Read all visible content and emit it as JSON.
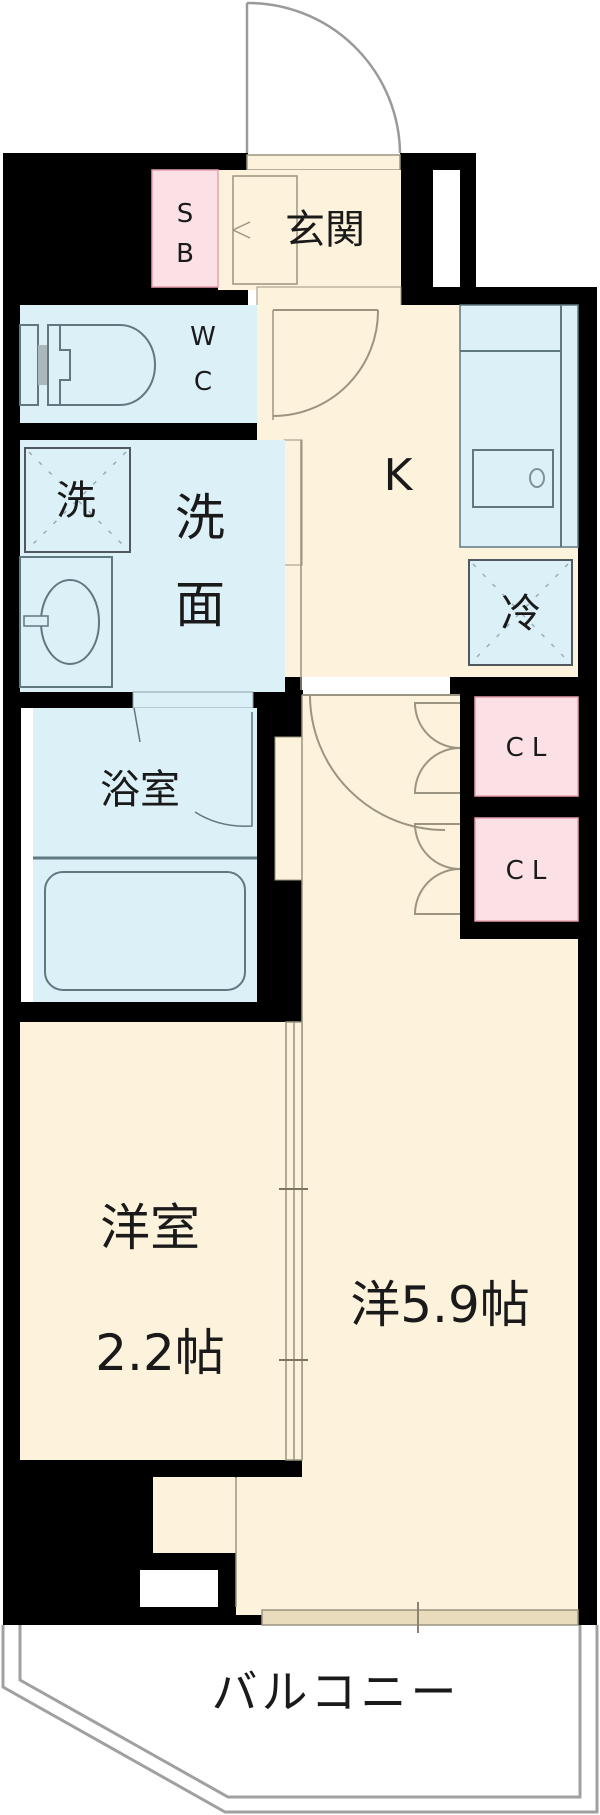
{
  "floorplan": {
    "colors": {
      "wall": "#000000",
      "floor_beige": "#fdf3dd",
      "wet_blue": "#dcf0f8",
      "storage_pink": "#fbe0e6",
      "storage_border": "#e8a0ae",
      "fixture_line": "#607880",
      "door_line": "#9a9480"
    },
    "rooms": {
      "genkan": {
        "label": "玄関"
      },
      "shoe_box": {
        "label_line1": "S",
        "label_line2": "B"
      },
      "wc": {
        "label_line1": "W",
        "label_line2": "C"
      },
      "washroom": {
        "label_line1": "洗",
        "label_line2": "面"
      },
      "washer": {
        "label": "洗"
      },
      "bathroom": {
        "label": "浴室"
      },
      "kitchen": {
        "label": "K"
      },
      "fridge": {
        "label": "冷"
      },
      "closet_1": {
        "label": "CL"
      },
      "closet_2": {
        "label": "CL"
      },
      "western_small": {
        "label_line1": "洋室",
        "label_line2": "2.2帖"
      },
      "western_main": {
        "label": "洋5.9帖"
      },
      "balcony": {
        "label": "バルコニー"
      }
    }
  }
}
